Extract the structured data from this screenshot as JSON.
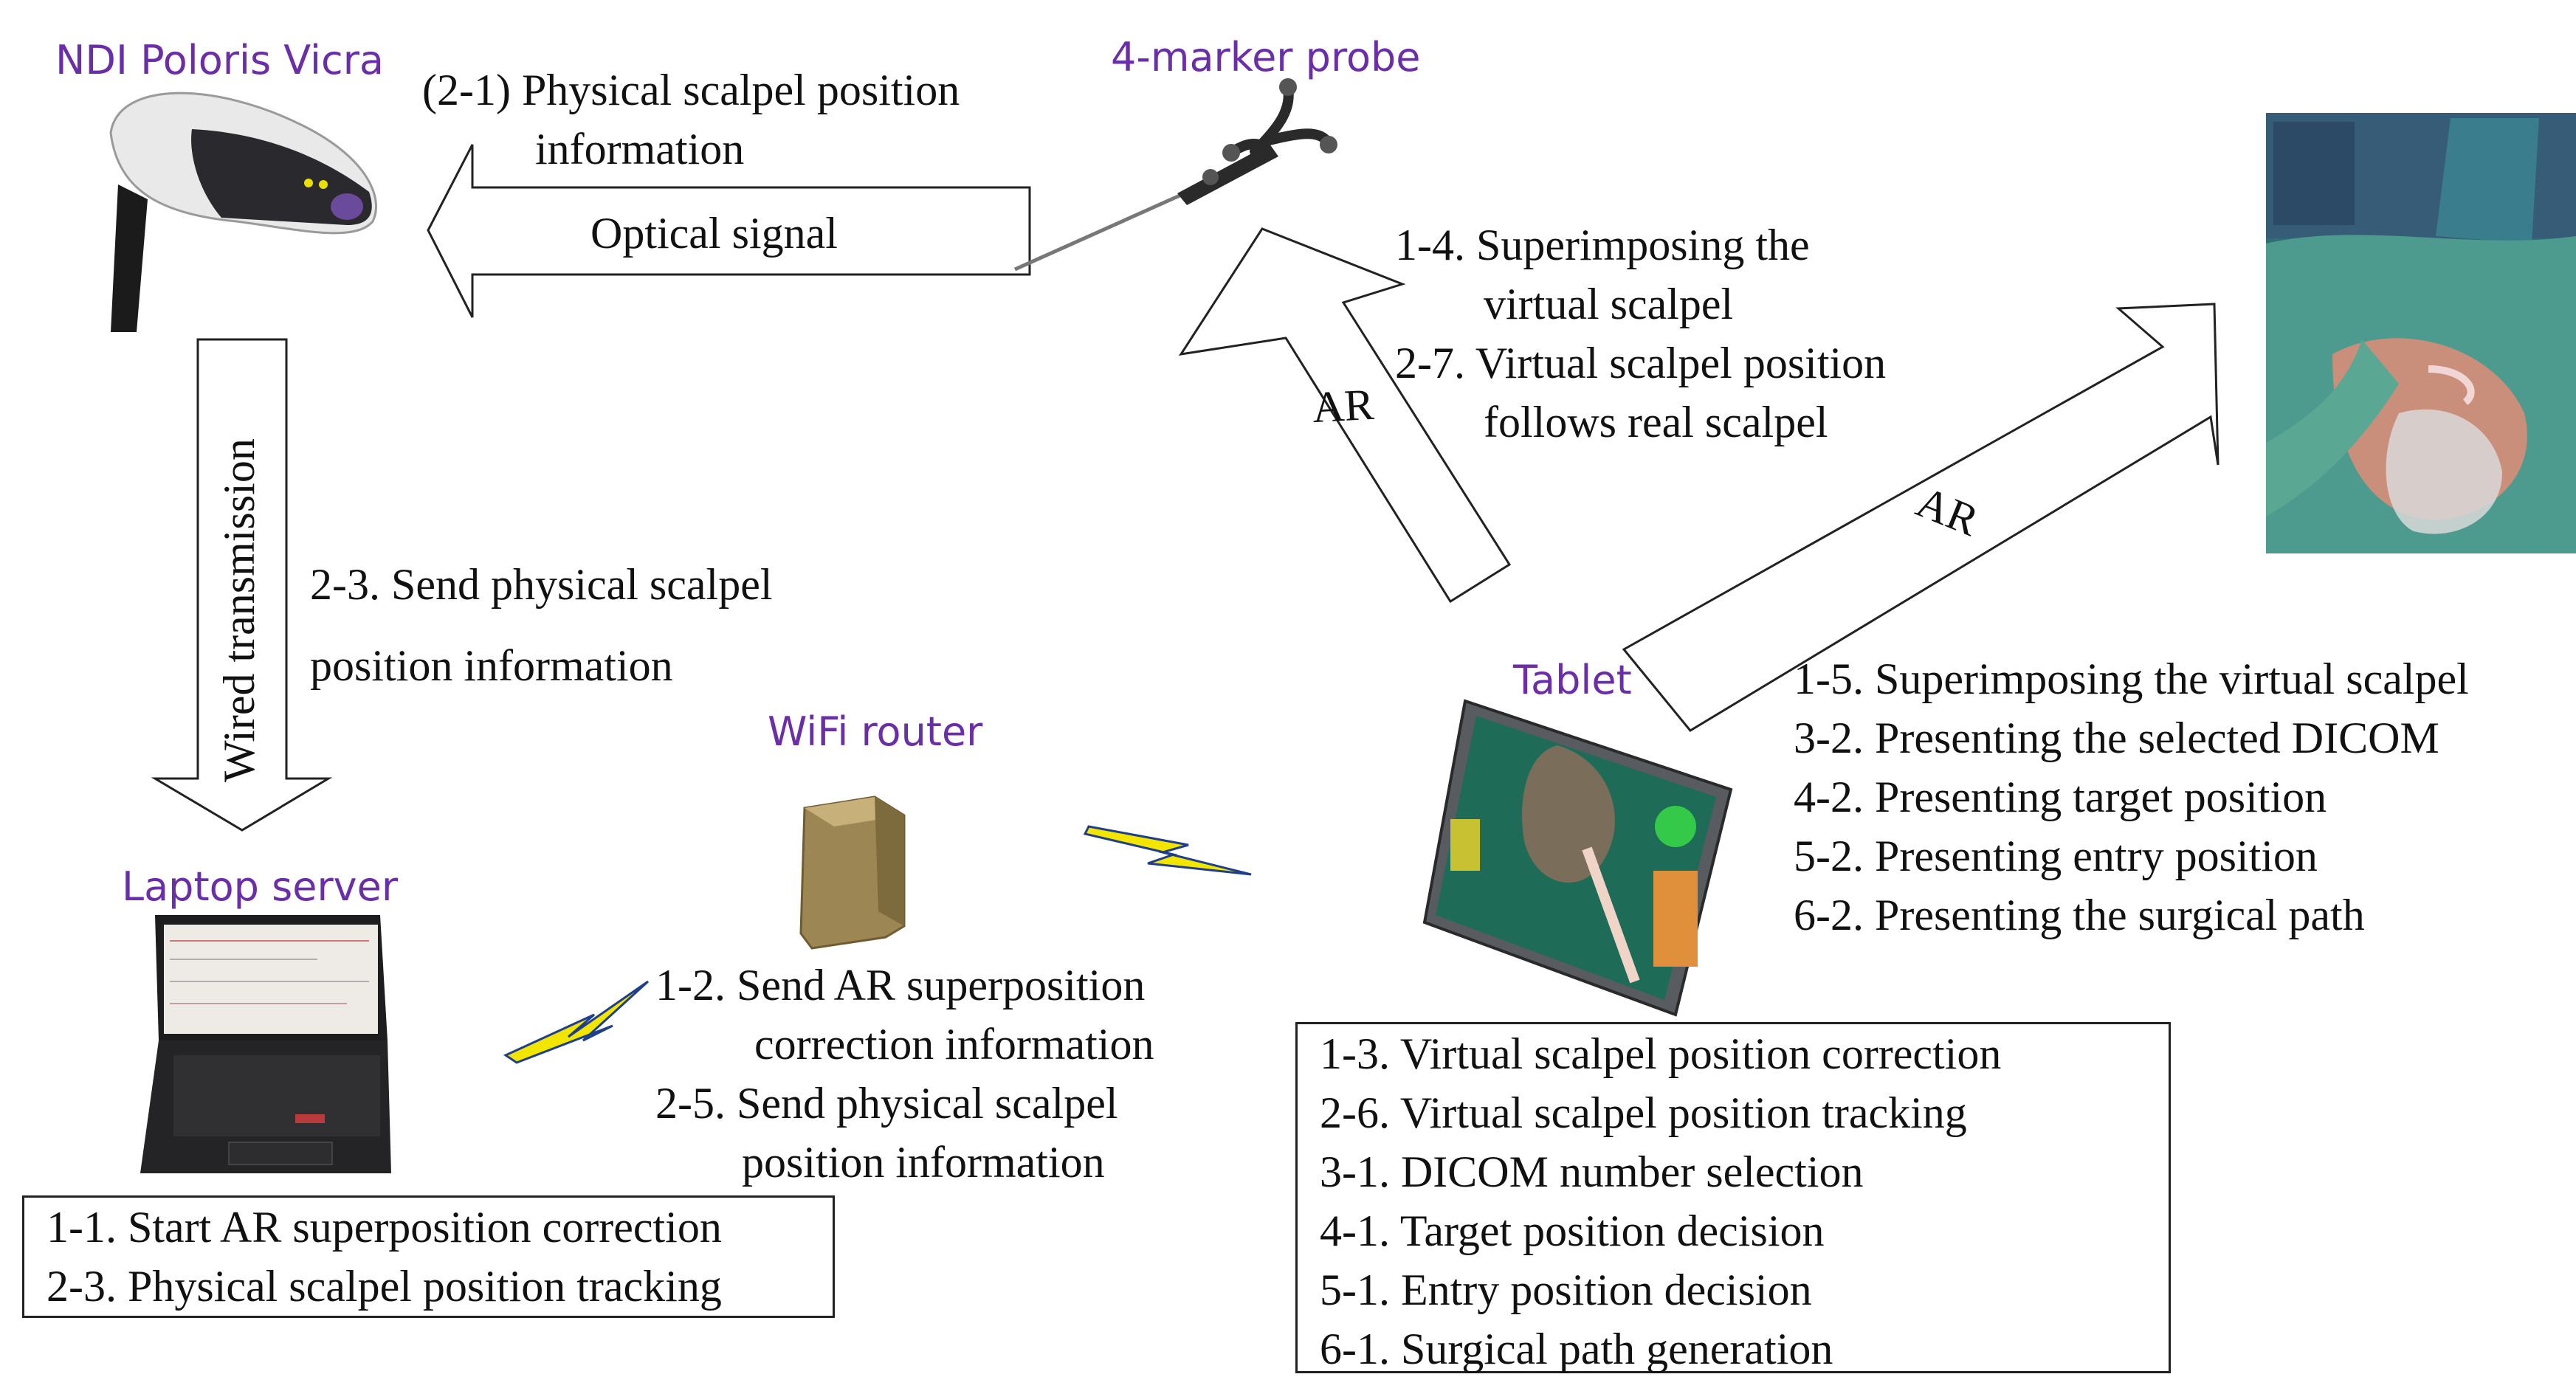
{
  "devices": {
    "tracker": "NDI Poloris Vicra",
    "probe": "4-marker probe",
    "laptop": "Laptop server",
    "router": "WiFi router",
    "tablet": "Tablet"
  },
  "arrows": {
    "optical_signal": "Optical signal",
    "wired_transmission": "Wired transmission",
    "ar_probe": "AR",
    "ar_patient": "AR"
  },
  "annotations": {
    "physical_scalpel_1": "(2-1) Physical scalpel position",
    "physical_scalpel_2": "information",
    "send_physical_1": "2-3. Send physical scalpel",
    "send_physical_2": "position information",
    "superimpose_1": "1-4. Superimposing the",
    "superimpose_2": "virtual scalpel",
    "follows_1": "2-7. Virtual scalpel position",
    "follows_2": "follows real scalpel",
    "router_1": "1-2. Send AR superposition",
    "router_2": "correction information",
    "router_3": "2-5. Send physical scalpel",
    "router_4": "position information"
  },
  "tablet_present": [
    "1-5. Superimposing the virtual scalpel",
    "3-2. Presenting the selected DICOM",
    "4-2. Presenting target position",
    "5-2. Presenting entry position",
    "6-2. Presenting the surgical path"
  ],
  "laptop_box": [
    "1-1. Start AR superposition correction",
    "2-3. Physical scalpel position tracking"
  ],
  "tablet_box": [
    "1-3. Virtual scalpel position correction",
    "2-6. Virtual scalpel position tracking",
    "3-1. DICOM number selection",
    "4-1. Target position decision",
    "5-1. Entry position decision",
    "6-1. Surgical path generation"
  ],
  "colors": {
    "device_label": "#6a2ea8",
    "lightning": "#f2e600",
    "lightning_edge": "#1f3f8a"
  }
}
